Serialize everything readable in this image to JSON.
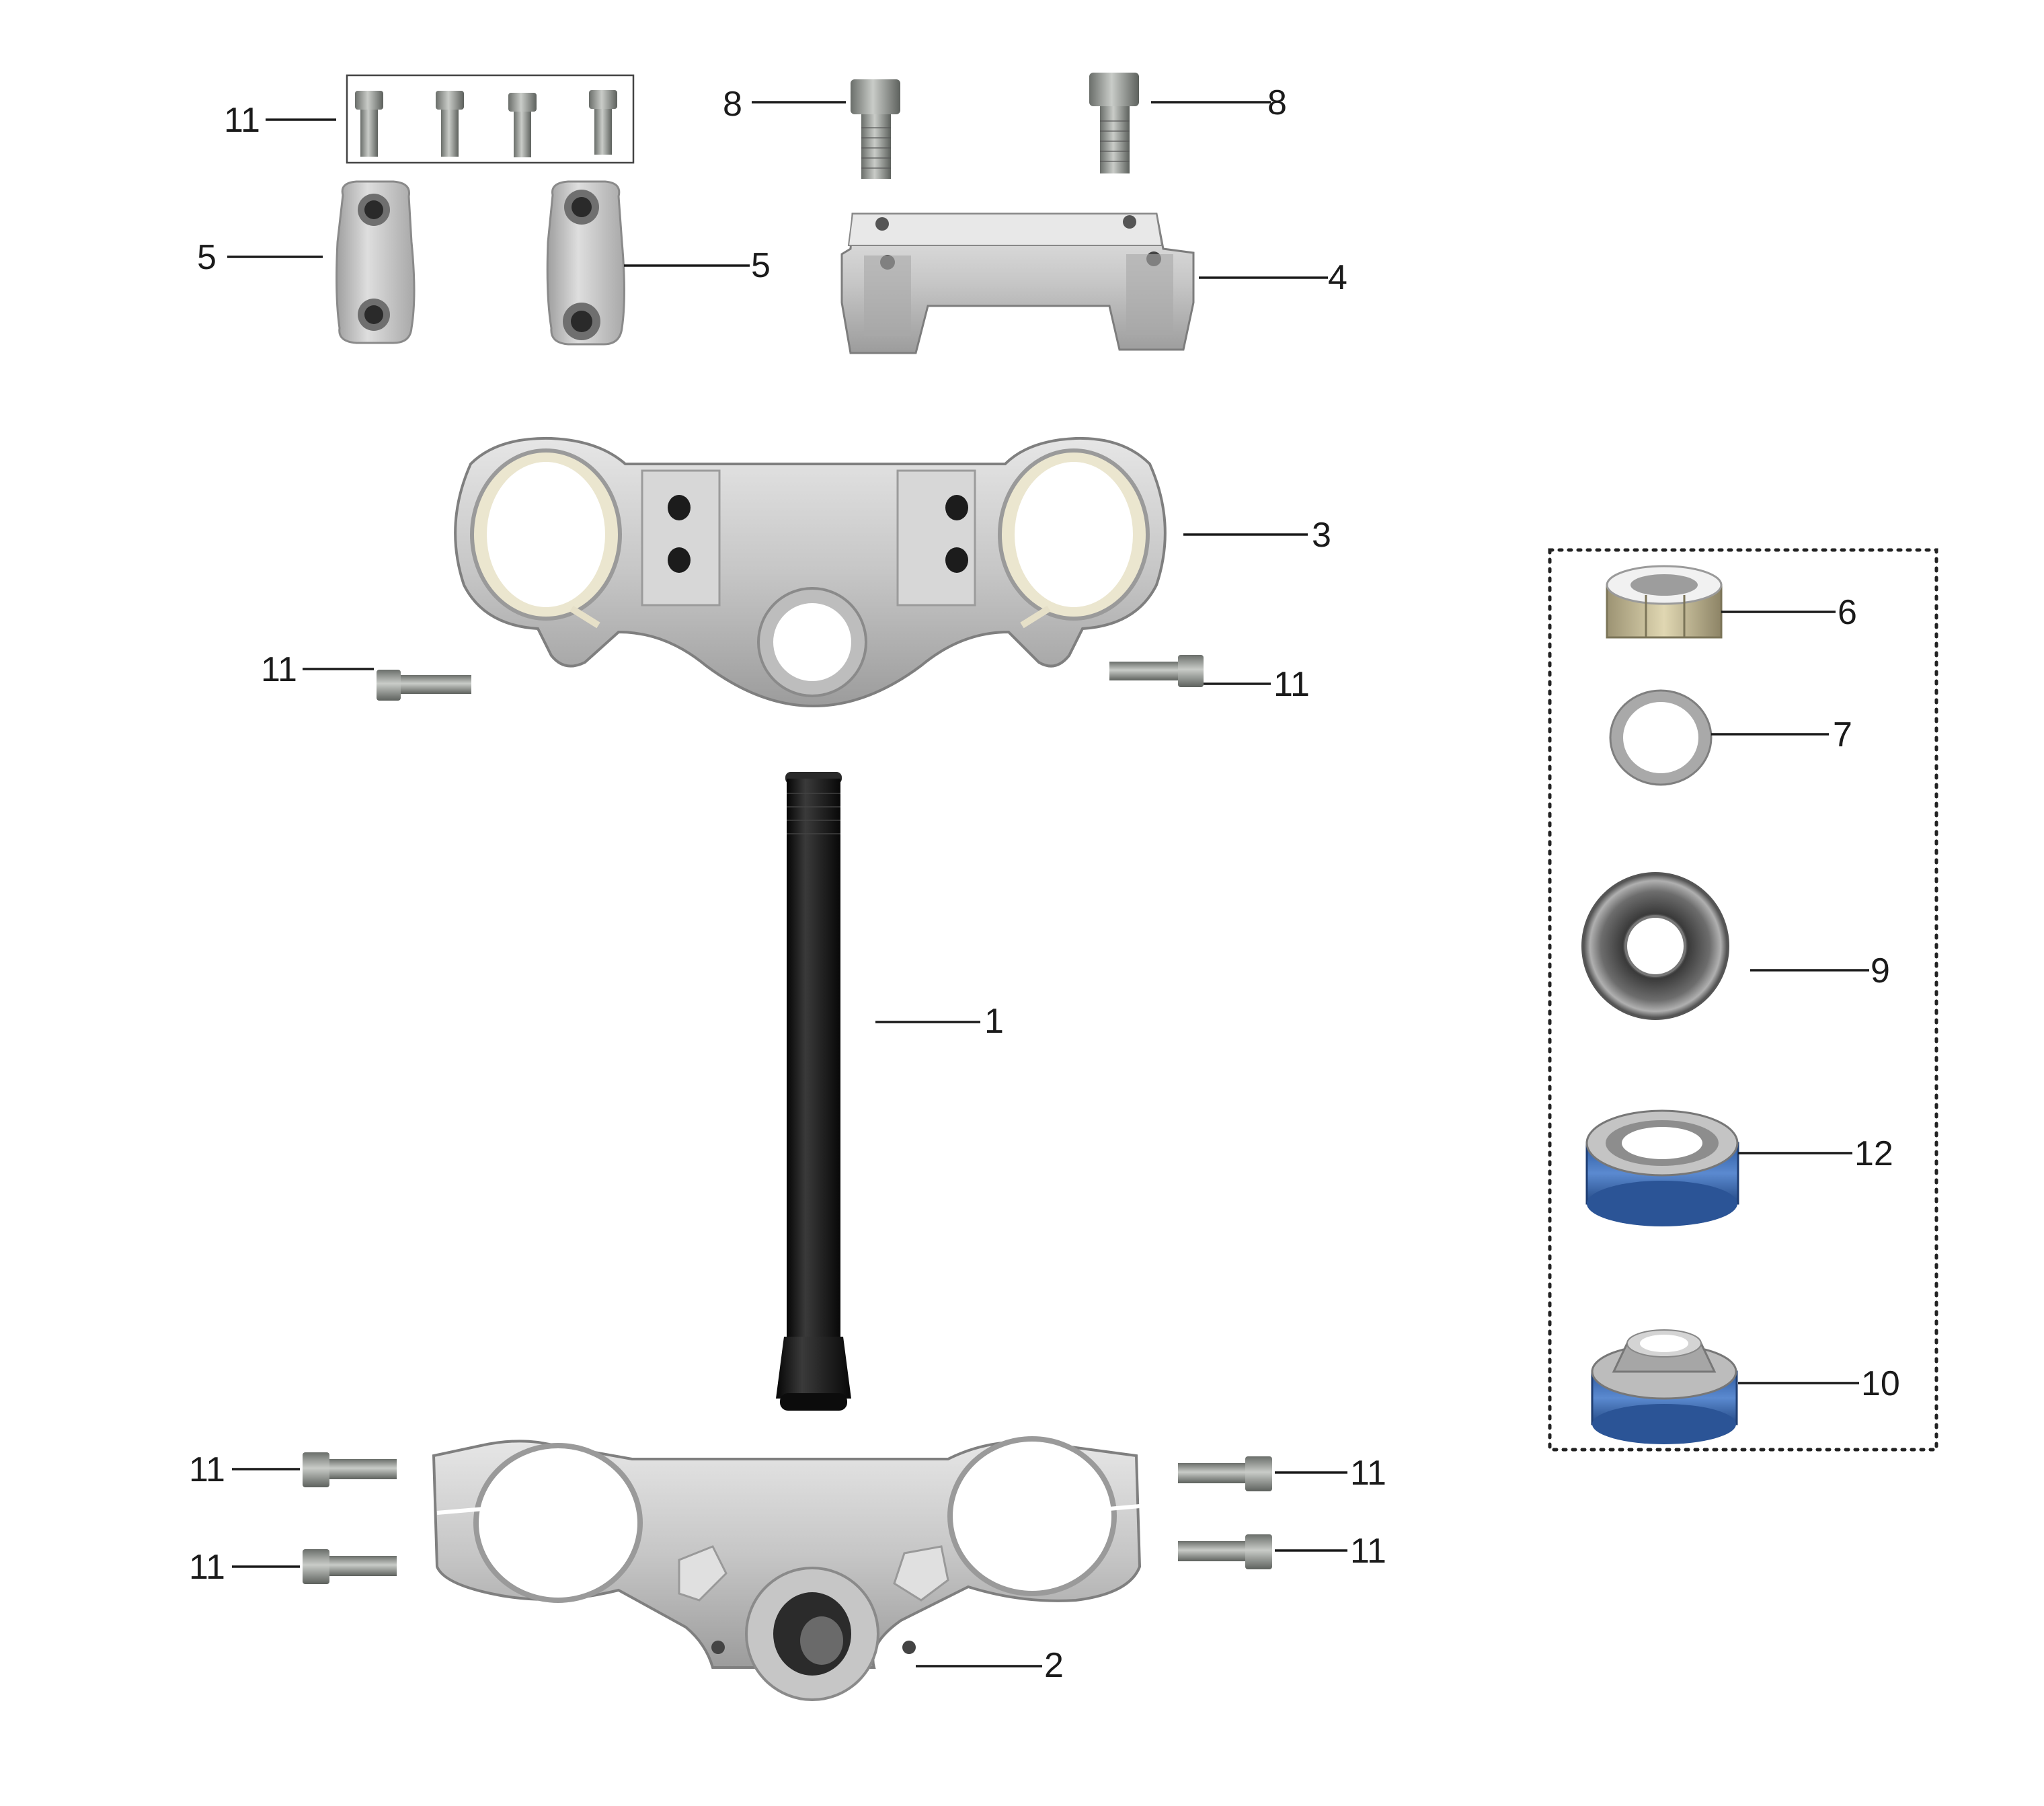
{
  "diagram": {
    "callouts": {
      "c1": "1",
      "c2": "2",
      "c3": "3",
      "c4": "4",
      "c5a": "5",
      "c5b": "5",
      "c6": "6",
      "c7": "7",
      "c8a": "8",
      "c8b": "8",
      "c9": "9",
      "c10": "10",
      "c11_top": "11",
      "c11_mid_left": "11",
      "c11_mid_right": "11",
      "c11_low_left_a": "11",
      "c11_low_left_b": "11",
      "c11_low_right_a": "11",
      "c11_low_right_b": "11",
      "c12": "12"
    },
    "colors": {
      "aluminum": "#c9c9c9",
      "aluminum_dark": "#8e8e8e",
      "aluminum_light": "#e4e4e4",
      "steel": "#9a9a9a",
      "stem_black": "#141414",
      "bearing_blue": "#3d6fb6",
      "nut_gold": "#c8bb8a",
      "bore_cream": "#e9e3cc"
    }
  }
}
